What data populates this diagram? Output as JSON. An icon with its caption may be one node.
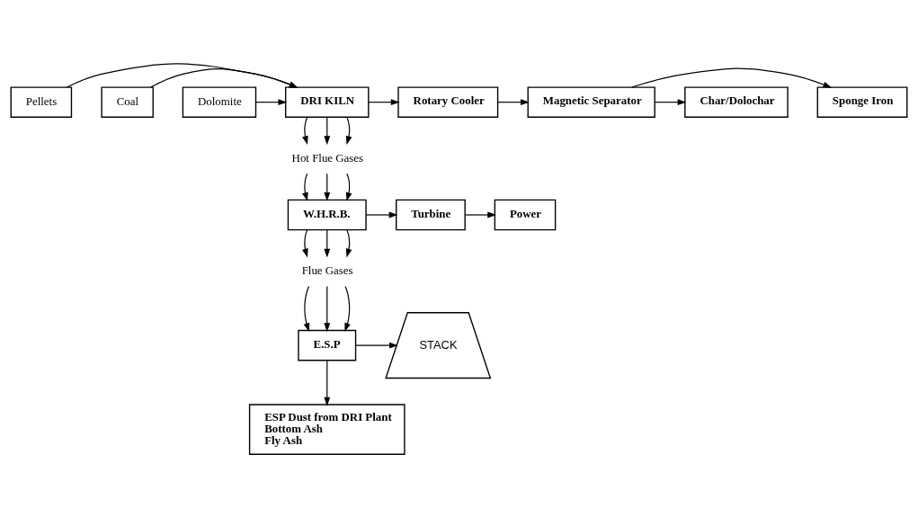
{
  "diagram": {
    "nodes": [
      {
        "text": [
          "Pellets"
        ]
      },
      {
        "text": [
          "Coal"
        ]
      },
      {
        "text": [
          "Dolomite"
        ]
      },
      {
        "text": [
          "DRI KILN"
        ]
      },
      {
        "text": [
          "Rotary Cooler"
        ]
      },
      {
        "text": [
          "Magnetic Separator"
        ]
      },
      {
        "text": [
          "Sponge Iron"
        ]
      },
      {
        "text": [
          "Char/Dolochar"
        ]
      },
      {
        "text": [
          "Hot Flue Gases"
        ]
      },
      {
        "text": [
          "W.H.R.B."
        ]
      },
      {
        "text": [
          "Turbine"
        ]
      },
      {
        "text": [
          "Power"
        ]
      },
      {
        "text": [
          "Flue Gases"
        ]
      },
      {
        "text": [
          "E.S.P"
        ]
      },
      {
        "text": [
          "ESP Dust from DRI Plant",
          "Bottom Ash",
          "Fly Ash"
        ]
      },
      {
        "text": [
          "STACK"
        ]
      }
    ],
    "edges": [
      {
        "from": 0,
        "to": 3,
        "arrow": "to"
      },
      {
        "from": 1,
        "to": 3,
        "arrow": "to"
      },
      {
        "from": 2,
        "to": 3,
        "arrow": "to"
      },
      {
        "from": 3,
        "to": 4,
        "arrow": "to"
      },
      {
        "from": 4,
        "to": 5,
        "arrow": "to"
      },
      {
        "from": 5,
        "to": 6,
        "arrow": "to"
      },
      {
        "from": 5,
        "to": 7,
        "arrow": "to"
      },
      {
        "from": 3,
        "to": 8,
        "arrow": "to"
      },
      {
        "from": 3,
        "to": 8,
        "arrow": "to"
      },
      {
        "from": 3,
        "to": 8,
        "arrow": "to"
      },
      {
        "from": 8,
        "to": 9,
        "arrow": "to"
      },
      {
        "from": 8,
        "to": 9,
        "arrow": "to"
      },
      {
        "from": 8,
        "to": 9,
        "arrow": "to"
      },
      {
        "from": 9,
        "to": 10,
        "arrow": "to"
      },
      {
        "from": 10,
        "to": 11,
        "arrow": "to"
      },
      {
        "from": 9,
        "to": 12,
        "arrow": "to"
      },
      {
        "from": 9,
        "to": 12,
        "arrow": "to"
      },
      {
        "from": 9,
        "to": 12,
        "arrow": "to"
      },
      {
        "from": 12,
        "to": 13,
        "arrow": "to"
      },
      {
        "from": 12,
        "to": 13,
        "arrow": "to"
      },
      {
        "from": 12,
        "to": 13,
        "arrow": "to"
      },
      {
        "from": 13,
        "to": 14,
        "arrow": "to"
      },
      {
        "from": 13,
        "to": 15,
        "arrow": "to"
      }
    ]
  }
}
